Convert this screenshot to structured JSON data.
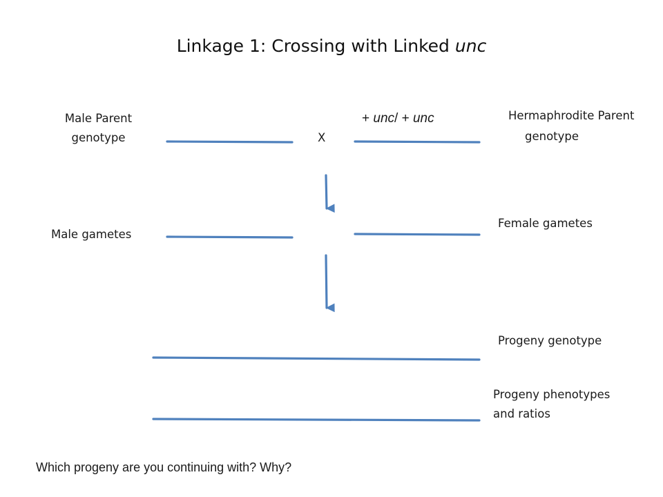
{
  "title": {
    "main": "Linkage 1:  Crossing with Linked ",
    "italic": "unc"
  },
  "labels": {
    "male_parent_line1": "Male Parent",
    "male_parent_line2": "genotype",
    "herm_parent_line1": "Hermaphrodite Parent",
    "herm_parent_line2": "genotype",
    "cross_symbol": "X",
    "male_gametes": "Male gametes",
    "female_gametes": "Female gametes",
    "progeny_genotype": "Progeny genotype",
    "progeny_phenotypes_line1": "Progeny phenotypes",
    "progeny_phenotypes_line2": "and ratios"
  },
  "genotype": {
    "plus1": "+ ",
    "unc1": "unc",
    "sep": "/ + ",
    "unc2": "unc"
  },
  "question": "Which progeny are you continuing with?   Why?",
  "colors": {
    "line": "#4f81bd",
    "arrow": "#4f81bd",
    "text": "#1a1a1a"
  }
}
